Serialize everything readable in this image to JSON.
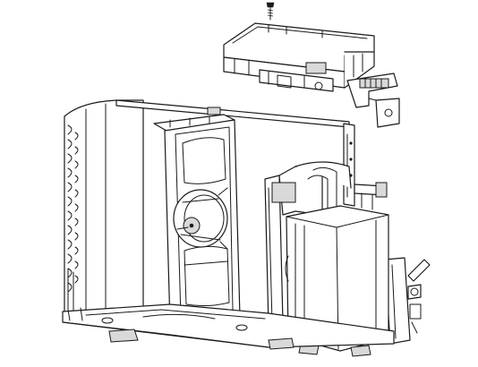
{
  "figure": {
    "kind": "exploded-view line drawing",
    "subject_parts": [
      "screw",
      "electric-control-box",
      "wiring-terminal-bracket",
      "condenser-coil",
      "fan-motor-bracket",
      "fan-motor",
      "partition-panel",
      "compressor",
      "service-valves",
      "base-pan"
    ]
  },
  "colors": {
    "line": "#1a1a1a",
    "background": "#ffffff",
    "shade": "#d9d9d9"
  }
}
